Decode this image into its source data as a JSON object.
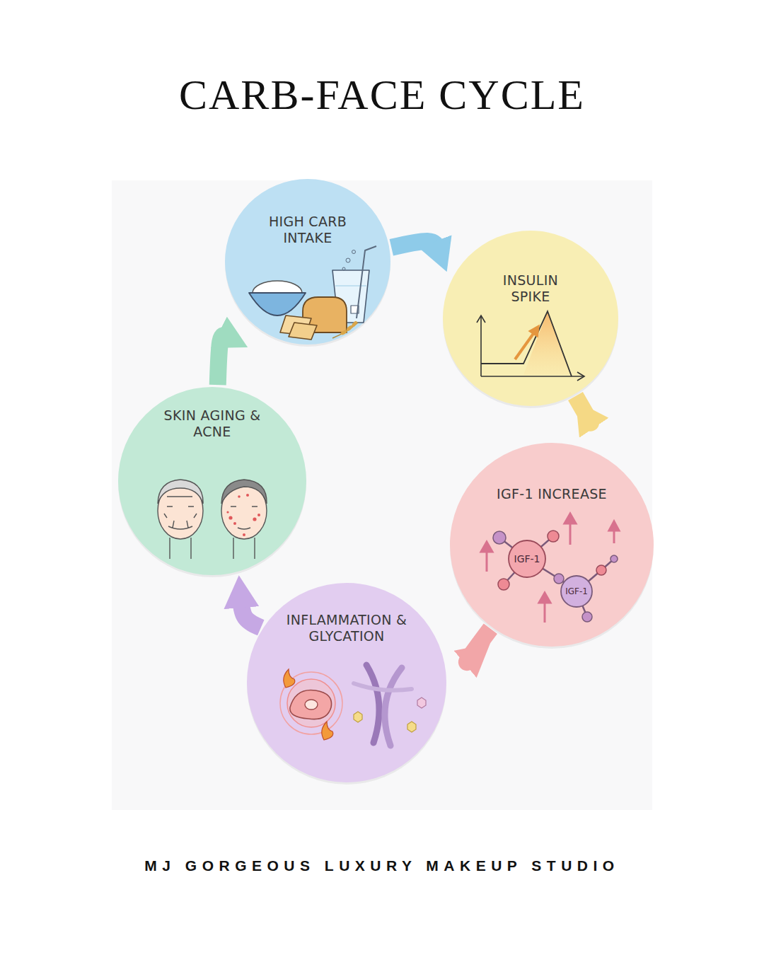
{
  "diagram": {
    "title": "CARB-FACE CYCLE",
    "caption": "MJ GORGEOUS LUXURY MAKEUP STUDIO",
    "nodes": [
      {
        "text": [
          "HIGH CARB INTAKE"
        ]
      },
      {
        "text": [
          "INSULIN SPIKE"
        ]
      },
      {
        "text": [
          "IGF-1 INCREASE"
        ]
      },
      {
        "text": [
          "INFLAMMATION & GLYCATION"
        ]
      },
      {
        "text": [
          "SKIN AGING & ACNE"
        ]
      }
    ],
    "edges": [
      {
        "from": 0,
        "to": 1,
        "arrow": "to"
      },
      {
        "from": 1,
        "to": 2,
        "arrow": "to"
      },
      {
        "from": 2,
        "to": 3,
        "arrow": "to"
      },
      {
        "from": 3,
        "to": 4,
        "arrow": "to"
      },
      {
        "from": 4,
        "to": 0,
        "arrow": "to"
      }
    ],
    "labels": [
      "IGF-1",
      "IGF-1"
    ]
  }
}
